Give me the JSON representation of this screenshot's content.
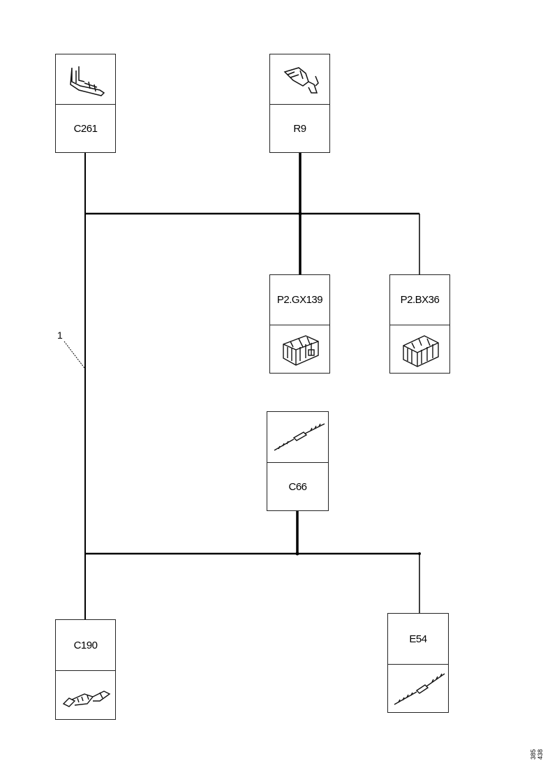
{
  "components": {
    "c261": {
      "label": "C261",
      "icon": "terminal-connector-icon"
    },
    "r9": {
      "label": "R9",
      "icon": "terminal-connector-icon"
    },
    "p2_gx139": {
      "label": "P2.GX139",
      "icon": "connector-housing-icon"
    },
    "p2_bx36": {
      "label": "P2.BX36",
      "icon": "connector-housing-icon"
    },
    "c66": {
      "label": "C66",
      "icon": "splice-sleeve-icon"
    },
    "c190": {
      "label": "C190",
      "icon": "terminal-connector-icon"
    },
    "e54": {
      "label": "E54",
      "icon": "splice-sleeve-icon"
    }
  },
  "callout": {
    "label": "1"
  },
  "doc_number": "385 438"
}
